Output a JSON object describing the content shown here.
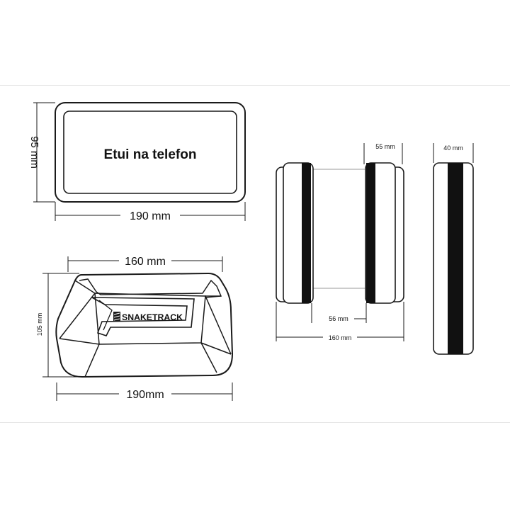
{
  "top_view": {
    "label": "Etui na telefon",
    "height_dim": "95 mm",
    "width_dim": "190 mm"
  },
  "front_view": {
    "top_dim": "160 mm",
    "side_dim": "105 mm",
    "bottom_dim": "190mm",
    "logo_text": "SNAKETRACK"
  },
  "side_view": {
    "roll_dim": "55 mm",
    "gap_dim": "56 mm",
    "total_dim": "160 mm"
  },
  "end_view": {
    "width_dim": "40 mm"
  },
  "colors": {
    "stroke": "#1a1a1a",
    "band": "#111111"
  }
}
